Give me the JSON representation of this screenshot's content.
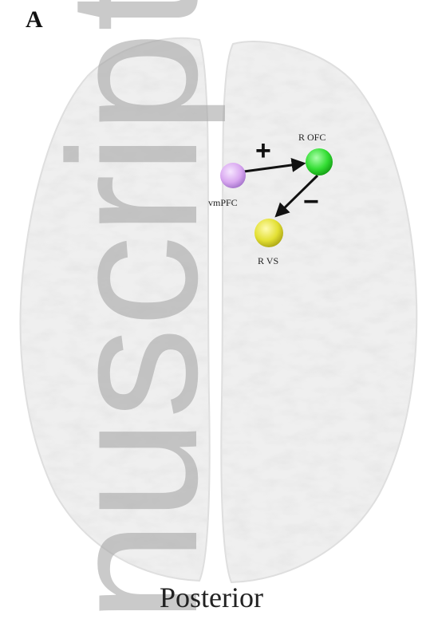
{
  "panel_label": "A",
  "orientation_label": "Posterior",
  "watermark_text": "nuscript",
  "nodes": [
    {
      "id": "vmpfc",
      "label": "vmPFC",
      "color": "#d9a8f0"
    },
    {
      "id": "rofc",
      "label": "R OFC",
      "color": "#33dd33"
    },
    {
      "id": "rvs",
      "label": "R VS",
      "color": "#e3e034"
    }
  ],
  "connections": [
    {
      "from": "vmpfc",
      "to": "rofc",
      "sign": "+"
    },
    {
      "from": "rofc",
      "to": "rvs",
      "sign": "−"
    }
  ],
  "colors": {
    "brain_fill": "#efefef",
    "brain_shade": "#d6d6d6",
    "arrow": "#111111",
    "watermark": "#a7a7a7"
  }
}
